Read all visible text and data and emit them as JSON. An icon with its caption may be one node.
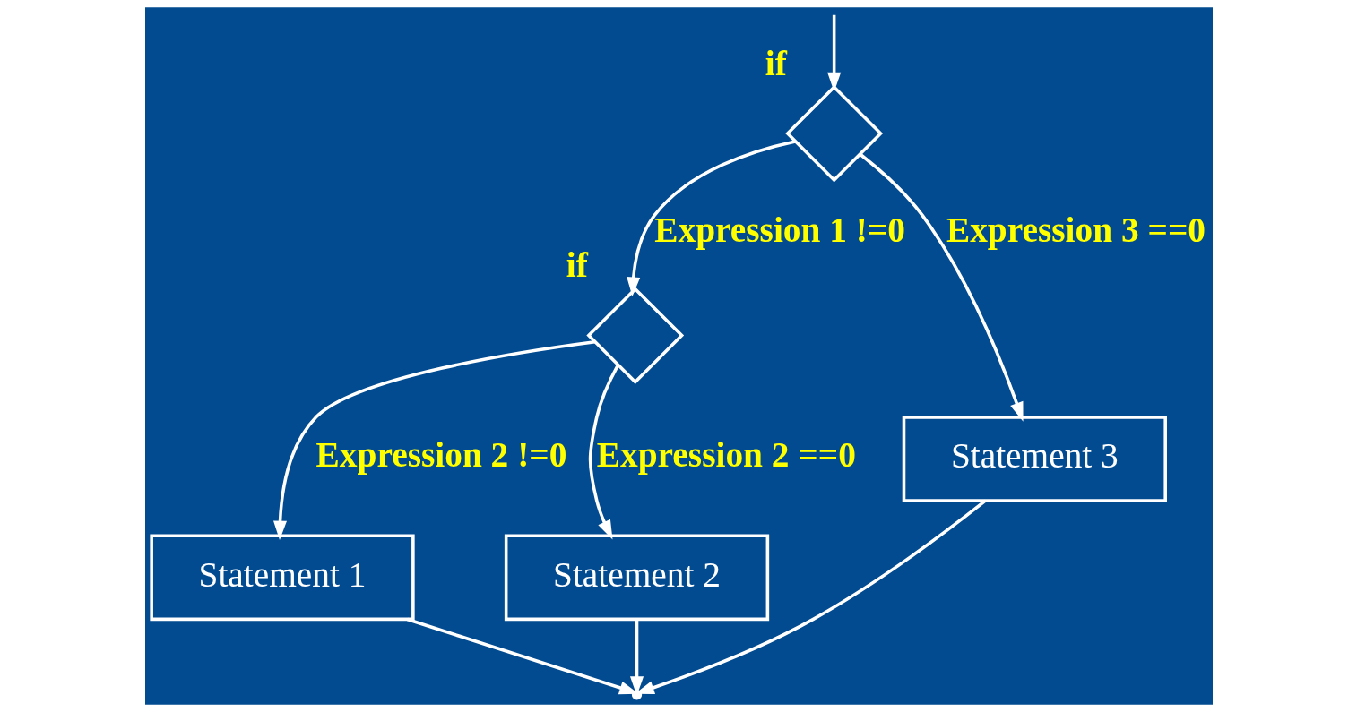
{
  "diagram": {
    "nodes": [
      {
        "text": [],
        "shape": "diamond",
        "beside": [
          "if"
        ]
      },
      {
        "text": [],
        "shape": "diamond",
        "beside": [
          "if"
        ]
      },
      {
        "text": [
          "Statement 1"
        ]
      },
      {
        "text": [
          "Statement 2"
        ]
      },
      {
        "text": [
          "Statement 3"
        ]
      }
    ],
    "edges": [
      {
        "from": null,
        "to": 0,
        "arrow": "to"
      },
      {
        "from": 0,
        "to": 1,
        "arrow": "to",
        "label": "Expression 1 !=0"
      },
      {
        "from": 0,
        "to": 4,
        "arrow": "to",
        "label": "Expression 3 ==0"
      },
      {
        "from": 1,
        "to": 2,
        "arrow": "to",
        "label": "Expression 2 !=0"
      },
      {
        "from": 1,
        "to": 3,
        "arrow": "to",
        "label": "Expression 2 ==0"
      },
      {
        "from": 2,
        "to": null,
        "arrow": "to"
      },
      {
        "from": 3,
        "to": null,
        "arrow": "to"
      },
      {
        "from": 4,
        "to": null,
        "arrow": "to"
      }
    ]
  }
}
